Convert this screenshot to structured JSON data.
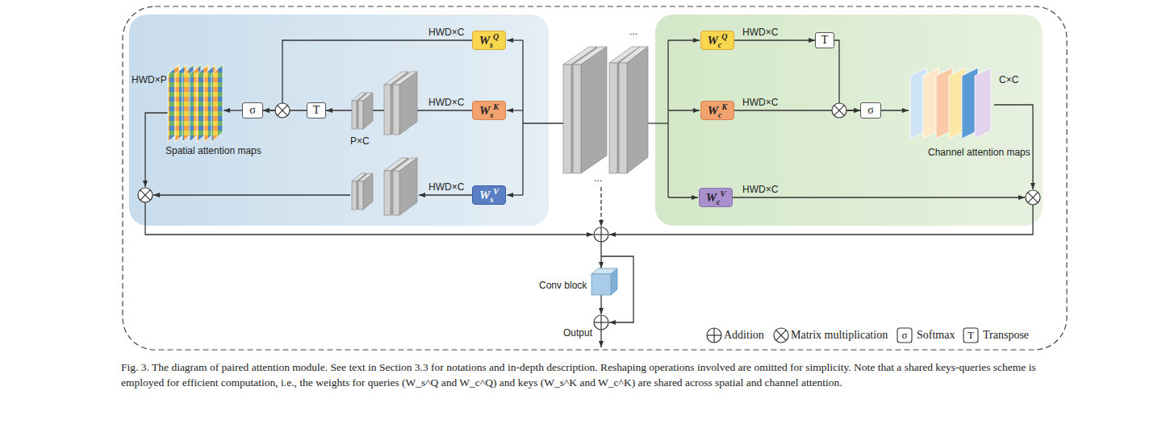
{
  "diagram": {
    "caption": "Fig. 3. The diagram of paired attention module. See text in Section 3.3 for notations and in-depth description. Reshaping operations involved are omitted for simplicity. Note that a shared keys-queries scheme is employed for efficient computation, i.e., the weights for queries (W_s^Q and W_c^Q) and keys (W_s^K and W_c^K) are shared across spatial and channel attention.",
    "nodes": [
      {
        "text": [
          "W",
          "s",
          "Q"
        ]
      },
      {
        "text": [
          "W",
          "c",
          "Q"
        ]
      },
      {
        "text": [
          "T"
        ]
      },
      {
        "text": [
          "σ"
        ]
      },
      {
        "text": [
          "T"
        ]
      },
      {
        "text": [
          "W",
          "s",
          "K"
        ]
      },
      {
        "text": [
          "W",
          "c",
          "K"
        ]
      },
      {
        "text": [
          "σ"
        ]
      },
      {
        "text": [
          "W",
          "s",
          "V"
        ]
      },
      {
        "text": [
          "W",
          "c",
          "V"
        ]
      }
    ],
    "edges": [
      {
        "from": 0,
        "to": 3,
        "arrow": "to"
      },
      {
        "from": 4,
        "to": 3,
        "arrow": "to"
      },
      {
        "from": 5,
        "to": 4,
        "arrow": "to"
      },
      {
        "from": 1,
        "to": 2,
        "arrow": "to"
      },
      {
        "from": 2,
        "to": 7,
        "arrow": "to"
      },
      {
        "from": 6,
        "to": 7,
        "arrow": "to"
      }
    ],
    "labels": [
      "HWD×C",
      "HWD×P",
      "P×C",
      "HWD×C",
      "Spatial attention maps",
      "HWD×C",
      "...",
      "...",
      "HWD×C",
      "C×C",
      "HWD×C",
      "Channel attention maps",
      "HWD×C",
      "Conv block",
      "Output",
      "σ",
      "T"
    ],
    "legend": [
      {
        "text": "Addition"
      },
      {
        "text": "Matrix multiplication"
      },
      {
        "text": "Softmax"
      },
      {
        "text": "Transpose"
      }
    ]
  }
}
